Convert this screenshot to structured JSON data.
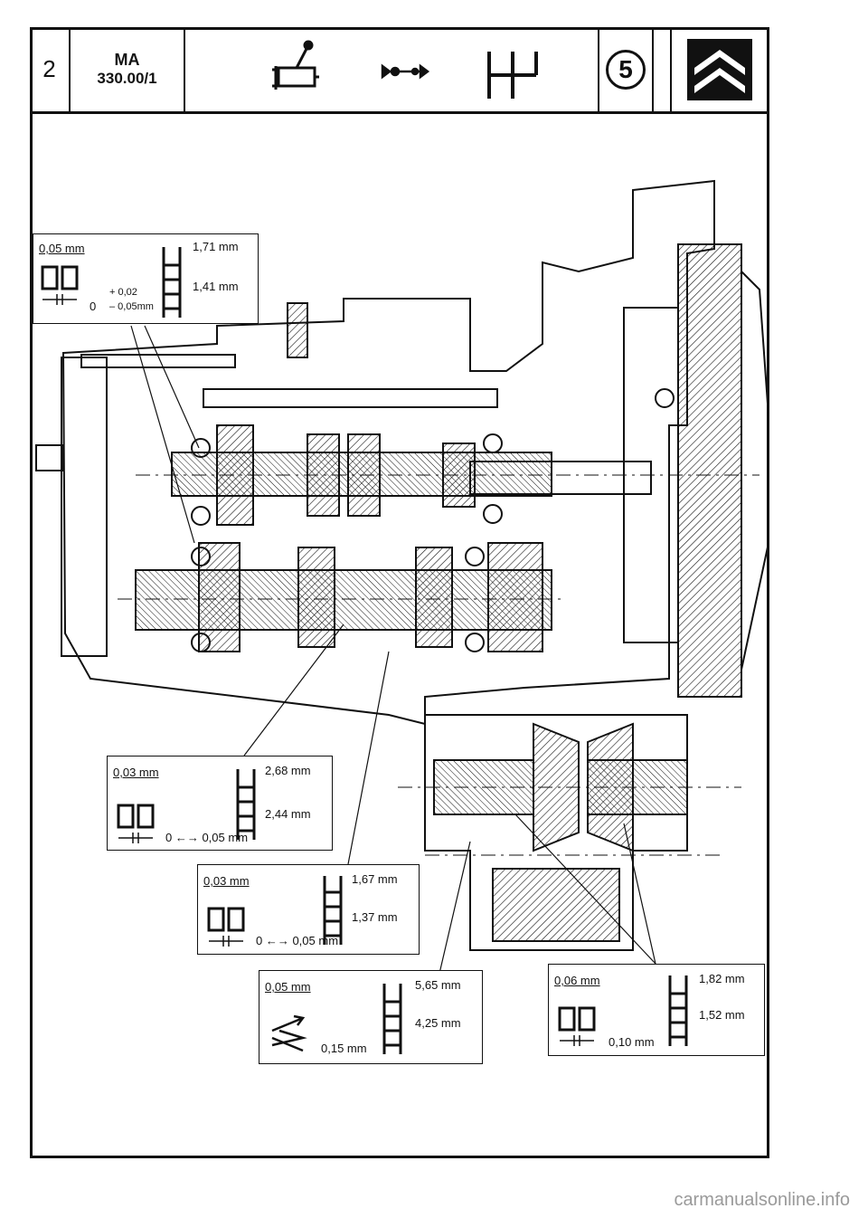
{
  "header": {
    "page_number": "2",
    "doc_code": "MA",
    "doc_number": "330.00/1",
    "pictogram_icons": [
      "gear-lever-icon",
      "drive-shaft-icon",
      "gear-pattern-icon"
    ],
    "gear_count": "5",
    "brand_icon": "citroen-chevron-logo"
  },
  "specs": [
    {
      "id": "primary-shaft-bearing",
      "clearance": "0,05 mm",
      "shim_max": "1,71 mm",
      "shim_min": "1,41 mm",
      "preload_base": "0",
      "tol_plus": "+ 0,02",
      "tol_minus": "– 0,05mm"
    },
    {
      "id": "secondary-shaft-rear",
      "clearance": "0,03 mm",
      "shim_max": "2,68 mm",
      "shim_min": "2,44 mm",
      "preload": "0 ←→ 0,05 mm"
    },
    {
      "id": "secondary-shaft-front",
      "clearance": "0,03 mm",
      "shim_max": "1,67 mm",
      "shim_min": "1,37 mm",
      "preload": "0 ←→ 0,05 mm"
    },
    {
      "id": "pinion-depth",
      "clearance": "0,05 mm",
      "shim_max": "5,65 mm",
      "shim_min": "4,25 mm",
      "backlash": "0,15 mm"
    },
    {
      "id": "differential-bearings",
      "clearance": "0,06 mm",
      "shim_max": "1,82 mm",
      "shim_min": "1,52 mm",
      "preload": "0,10 mm"
    }
  ],
  "footer": {
    "watermark": "carmanualsonline.info"
  },
  "colors": {
    "ink": "#111111",
    "paper": "#ffffff",
    "watermark": "#9a9a9a"
  }
}
